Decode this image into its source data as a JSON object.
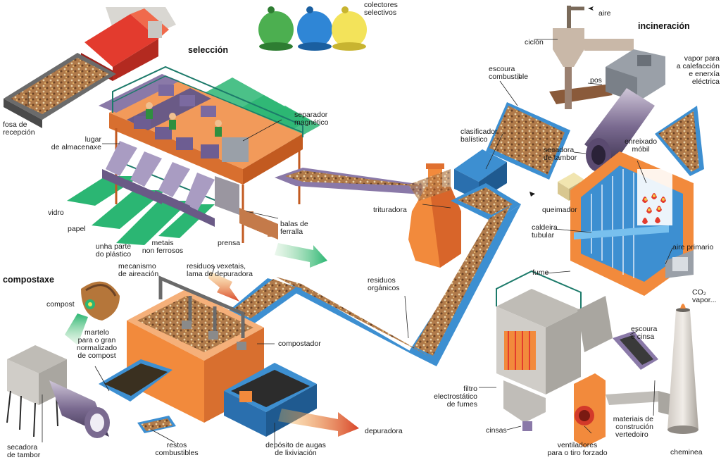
{
  "sections": {
    "seleccion": "selección",
    "incineracion": "incineración",
    "compostaxe": "compostaxe"
  },
  "labels": {
    "colectores": "colectores\nselectivos",
    "fosa": "fosa de\nrecepción",
    "lugar": "lugar\nde almacenaxe",
    "separador": "separador\nmagnético",
    "vidro": "vidro",
    "papel": "papel",
    "plastico": "unha parte\ndo plástico",
    "metais": "metais\nnon ferrosos",
    "prensa": "prensa",
    "balas": "balas de\nferralla",
    "aire": "aire",
    "ciclon": "ciclón",
    "vapor": "vapor para\na calefacción\ne enerxía\neléctrica",
    "escoura_comb": "escoura\ncombustible",
    "pos": "pos",
    "clasificador": "clasificador\nbalístico",
    "secadora_tambor_inc": "secadora\nde tambor",
    "enreixado": "enreixado\nmóbil",
    "trituradora": "trituradora",
    "queimador": "queimador",
    "caldeira": "caldeira\ntubular",
    "aire_primario": "aire primario",
    "fume": "fume",
    "co2": "CO₂\nvapor...",
    "compost": "compost",
    "mecanismo": "mecanismo\nde aireación",
    "residuos_veg": "residuos vexetais,\nlama de depuradora",
    "residuos_org": "residuos\norgánicos",
    "martelo": "martelo\npara o gran\nnormalizado\nde compost",
    "compostador": "compostador",
    "escoura_cinsa": "escoura\ne cinsa",
    "filtro": "filtro\nelectrostático\nde fumes",
    "materiais": "materiais de\nconstrución",
    "vertedoiro": "vertedoiro",
    "cinsas": "cinsas",
    "ventiladores": "ventiladores\npara o tiro forzado",
    "cheminea": "cheminea",
    "depuradora": "depuradora",
    "deposito": "depósito de augas\nde lixiviación",
    "restos": "restos\ncombustibles",
    "secadora_tambor_comp": "secadora\nde tambor"
  },
  "colors": {
    "accent_orange": "#f28a3c",
    "belt_blue": "#3d8fd1",
    "belt_purple": "#8a79a8",
    "sort_green": "#2bb673",
    "container_green": "#4caf50",
    "container_blue": "#2f86d6",
    "container_yellow": "#f3e35a"
  }
}
